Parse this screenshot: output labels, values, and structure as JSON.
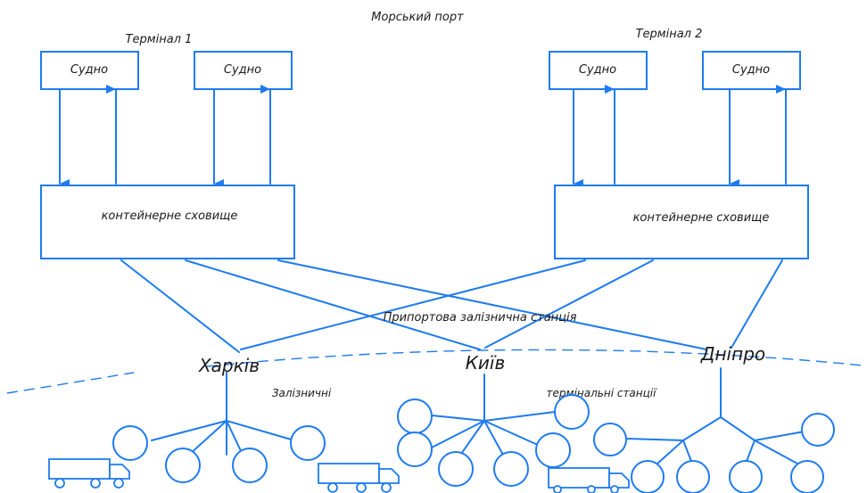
{
  "title": "Морський порт",
  "terminals": [
    {
      "label": "Термінал 1",
      "ships": [
        "Судно",
        "Судно"
      ],
      "storage": "контейнерне сховище"
    },
    {
      "label": "Термінал 2",
      "ships": [
        "Судно",
        "Судно"
      ],
      "storage": "контейнерне сховище"
    }
  ],
  "station_label": "Припортова залізнична станція",
  "cities": [
    "Харків",
    "Київ",
    "Дніпро"
  ],
  "rail_terminal_labels": [
    "Залізничні",
    "термінальні станції"
  ],
  "colors": {
    "line": "#1e7bf0",
    "text": "#1a1a1a"
  }
}
